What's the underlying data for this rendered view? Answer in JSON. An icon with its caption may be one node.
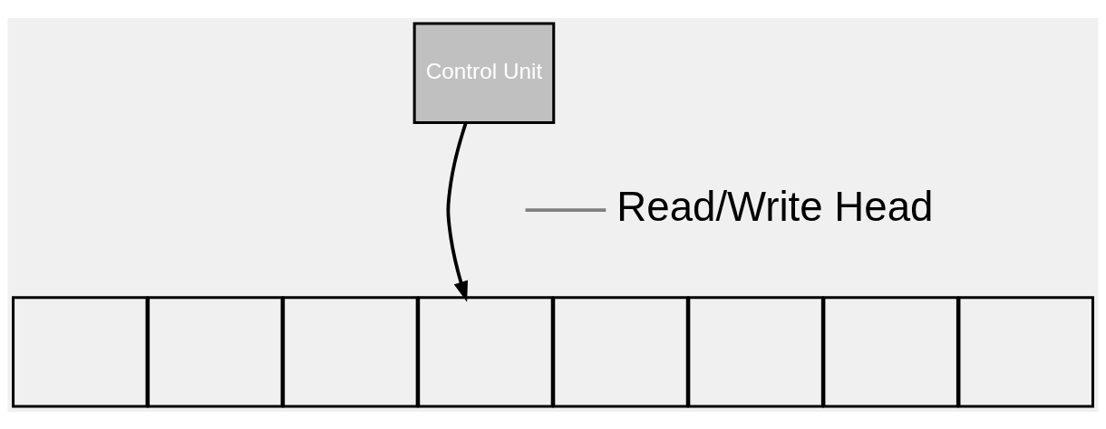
{
  "diagram": {
    "nodes": [
      {
        "text": [
          "Control Unit"
        ]
      },
      {
        "text": [],
        "shape": "box"
      },
      {
        "text": [],
        "shape": "box"
      },
      {
        "text": [],
        "shape": "box"
      },
      {
        "text": [],
        "shape": "box"
      },
      {
        "text": [],
        "shape": "box"
      },
      {
        "text": [],
        "shape": "box"
      },
      {
        "text": [],
        "shape": "box"
      },
      {
        "text": [],
        "shape": "box"
      },
      {
        "text": [
          "Read/Write Head"
        ]
      }
    ],
    "edges": [
      {
        "from": 0,
        "to": 4,
        "arrow": "to"
      },
      {
        "from": 9,
        "to": null,
        "arrow": "none",
        "color": "#808080"
      }
    ]
  }
}
